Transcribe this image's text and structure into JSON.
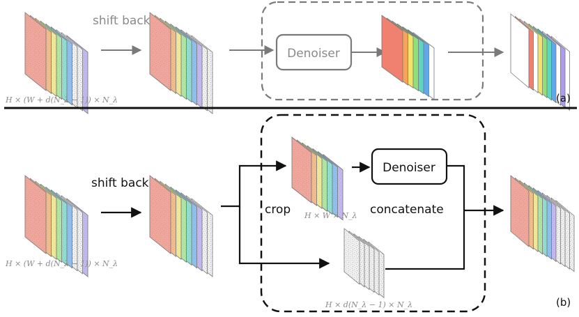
{
  "panel_a": {
    "shift_label": "shift back",
    "denoiser_label": "Denoiser",
    "dim_label": "H × (W + d(N_λ − 1)) × N_λ",
    "panel_tag": "(a)"
  },
  "panel_b": {
    "shift_label": "shift back",
    "crop_label": "crop",
    "denoiser_label": "Denoiser",
    "concat_label": "concatenate",
    "dim_input": "H × (W + d(N_λ − 1)) × N_λ",
    "dim_crop": "H × W × N_λ",
    "dim_rest": "H × d(N_λ − 1) × N_λ",
    "panel_tag": "(b)"
  },
  "colors": {
    "a_text": "#8a8a8a",
    "a_stroke": "#7a7a7a",
    "b_text": "#111111",
    "b_stroke": "#111111",
    "spectral": [
      "#f08070",
      "#f5a35a",
      "#f2e46a",
      "#8fe07a",
      "#5fd5c0",
      "#5fa8ee",
      "#ad9cf0"
    ],
    "noise_fill": "#eeeeee"
  }
}
